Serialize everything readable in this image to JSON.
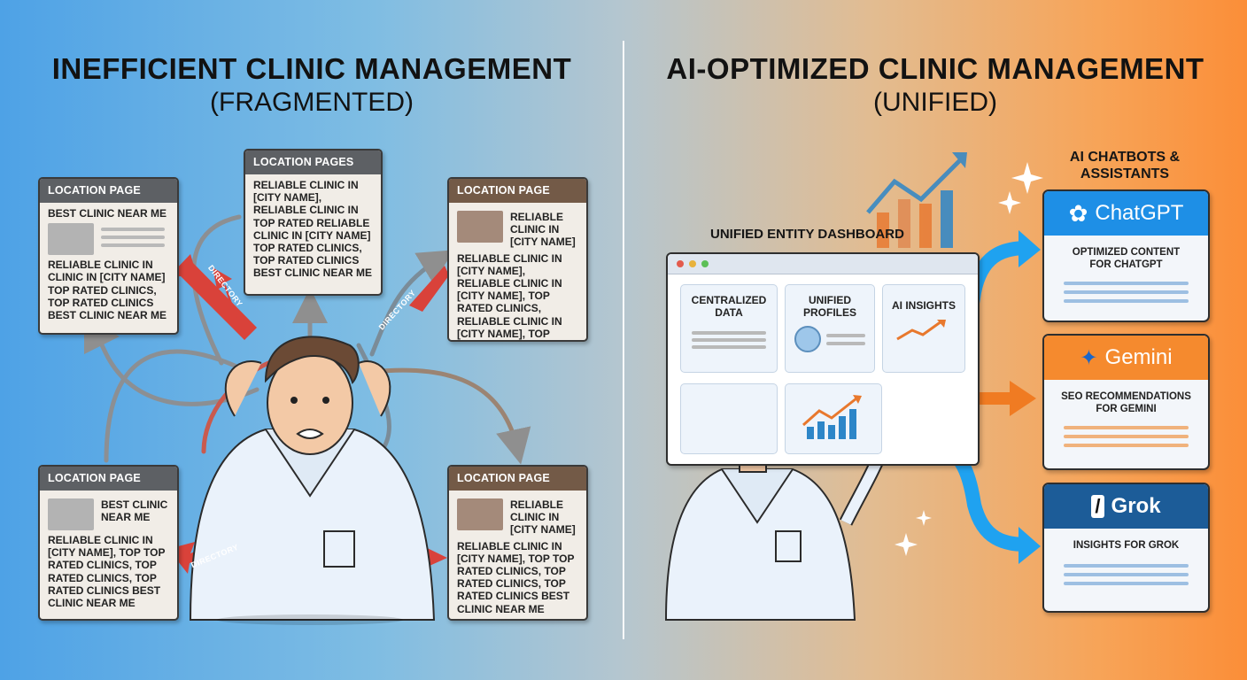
{
  "left": {
    "title_line1": "INEFFICIENT CLINIC MANAGEMENT",
    "title_line2": "(FRAGMENTED)",
    "cards": [
      {
        "header": "LOCATION PAGE",
        "top": "BEST CLINIC NEAR ME",
        "body": "RELIABLE CLINIC IN CLINIC IN [CITY NAME] TOP RATED CLINICS, TOP RATED CLINICS BEST CLINIC NEAR ME"
      },
      {
        "header": "LOCATION PAGES",
        "body": "RELIABLE CLINIC IN [CITY NAME], RELIABLE CLINIC IN TOP RATED RELIABLE CLINIC IN [CITY NAME] TOP RATED CLINICS, TOP RATED CLINICS BEST CLINIC NEAR ME"
      },
      {
        "header": "LOCATION PAGE",
        "top": "RELIABLE CLINIC IN [CITY NAME]",
        "body": "RELIABLE CLINIC IN [CITY NAME], RELIABLE CLINIC IN [CITY NAME], TOP RATED CLINICS, RELIABLE CLINIC IN [CITY NAME], TOP RATED"
      },
      {
        "header": "LOCATION PAGE",
        "top": "BEST CLINIC NEAR ME",
        "body": "RELIABLE CLINIC IN [CITY NAME], TOP TOP RATED CLINICS, TOP RATED CLINICS, TOP RATED CLINICS BEST CLINIC NEAR ME"
      },
      {
        "header": "LOCATION PAGE",
        "top": "RELIABLE CLINIC IN [CITY NAME]",
        "body": "RELIABLE CLINIC IN [CITY NAME], TOP TOP RATED CLINICS, TOP RATED CLINICS, TOP RATED CLINICS BEST CLINIC NEAR ME"
      }
    ],
    "arrow_labels": [
      "DIRECTORY",
      "DIRECTORY",
      "DIRECTORY"
    ]
  },
  "right": {
    "title_line1": "AI-OPTIMIZED CLINIC MANAGEMENT",
    "title_line2": "(UNIFIED)",
    "dashboard_label": "UNIFIED ENTITY DASHBOARD",
    "tiles": [
      "CENTRALIZED DATA",
      "UNIFIED PROFILES",
      "AI INSIGHTS"
    ],
    "ai_header": "AI CHATBOTS & ASSISTANTS",
    "assistants": [
      {
        "name": "ChatGPT",
        "desc": "OPTIMIZED CONTENT FOR CHATGPT",
        "color": "#1e8fe6",
        "icon": "openai-icon"
      },
      {
        "name": "Gemini",
        "desc": "SEO RECOMMENDATIONS FOR GEMINI",
        "color": "#f58a2e",
        "icon": "gemini-star-icon"
      },
      {
        "name": "Grok",
        "desc": "INSIGHTS FOR GROK",
        "color": "#1c5c98",
        "icon": "grok-x-icon"
      }
    ]
  },
  "colors": {
    "red_arrow": "#d9423a",
    "blue_arrow": "#1fa2f0",
    "orange_arrow": "#f07b22"
  }
}
